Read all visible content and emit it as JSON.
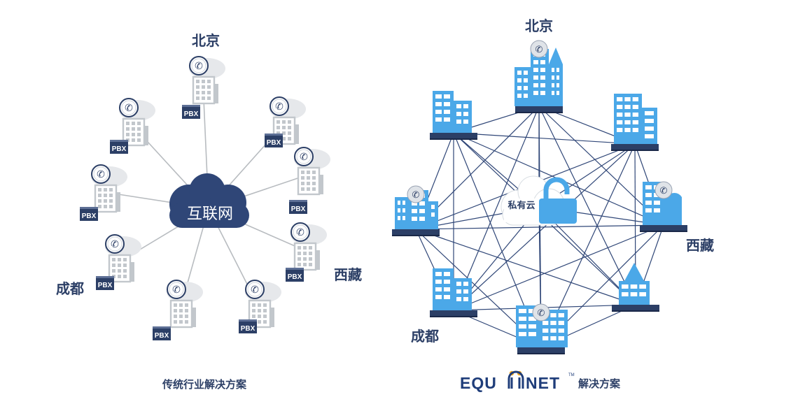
{
  "left_panel": {
    "hub_label": "互联网",
    "pbx_label": "PBX",
    "city_labels": {
      "north": "北京",
      "west": "成都",
      "east": "西藏"
    },
    "caption": "传统行业解决方案"
  },
  "right_panel": {
    "hub_label": "私有云",
    "city_labels": {
      "north": "北京",
      "west": "成都",
      "east": "西藏"
    },
    "brand_text": "EQU",
    "brand_text_2": "NET",
    "brand_tm": "TM",
    "caption": "解决方案"
  },
  "colors": {
    "navy": "#2c3f66",
    "cloud_navy": "#2f4677",
    "sky_blue": "#4ba8e8",
    "gray_building": "#c2c7cc",
    "link_gray": "#b8bcc0",
    "link_navy": "#2f4677"
  }
}
